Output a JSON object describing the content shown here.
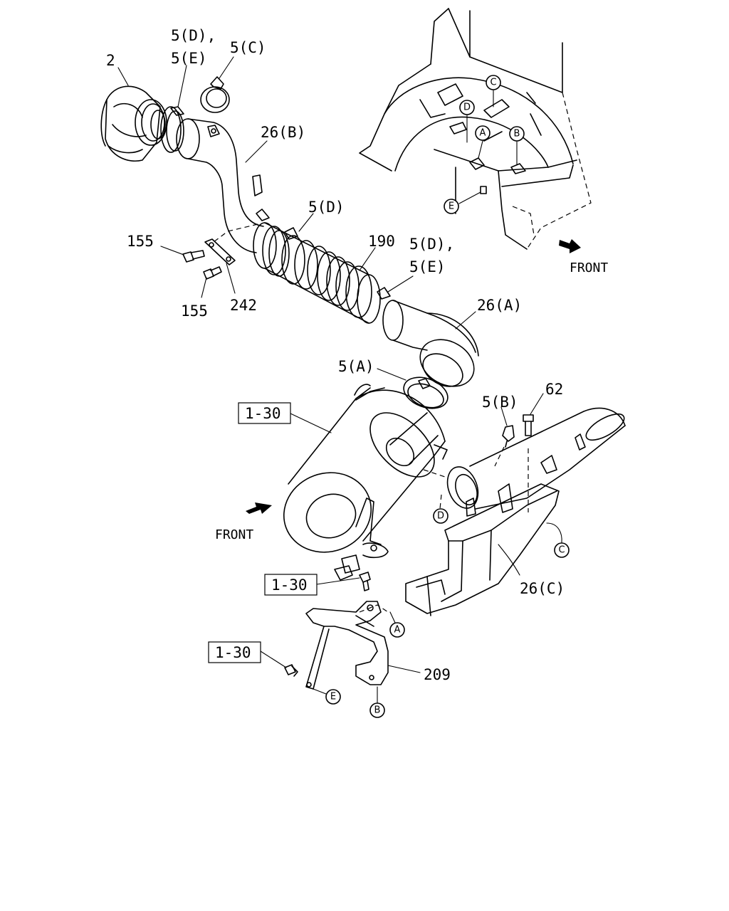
{
  "callouts": {
    "part_2": "2",
    "part_5de_top_1": "5(D),",
    "part_5de_top_2": "5(E)",
    "part_5c": "5(C)",
    "part_26b": "26(B)",
    "part_5d_mid": "5(D)",
    "part_190": "190",
    "part_5de_right_1": "5(D),",
    "part_5de_right_2": "5(E)",
    "part_155_top": "155",
    "part_155_bottom": "155",
    "part_242": "242",
    "part_26a": "26(A)",
    "part_5a": "5(A)",
    "part_5b": "5(B)",
    "part_62": "62",
    "part_26c": "26(C)",
    "part_209": "209"
  },
  "ref_boxes": {
    "ref_1": "1-30",
    "ref_2": "1-30",
    "ref_3": "1-30"
  },
  "front_labels": {
    "front_right": "FRONT",
    "front_left": "FRONT"
  },
  "circle_letters": {
    "c_top_C": "C",
    "c_top_D": "D",
    "c_top_A": "A",
    "c_top_B": "B",
    "c_top_E": "E",
    "c_mid_D": "D",
    "c_mid_C": "C",
    "c_low_A": "A",
    "c_low_E": "E",
    "c_low_B": "B"
  },
  "icons": [
    "front-arrow-icon"
  ]
}
